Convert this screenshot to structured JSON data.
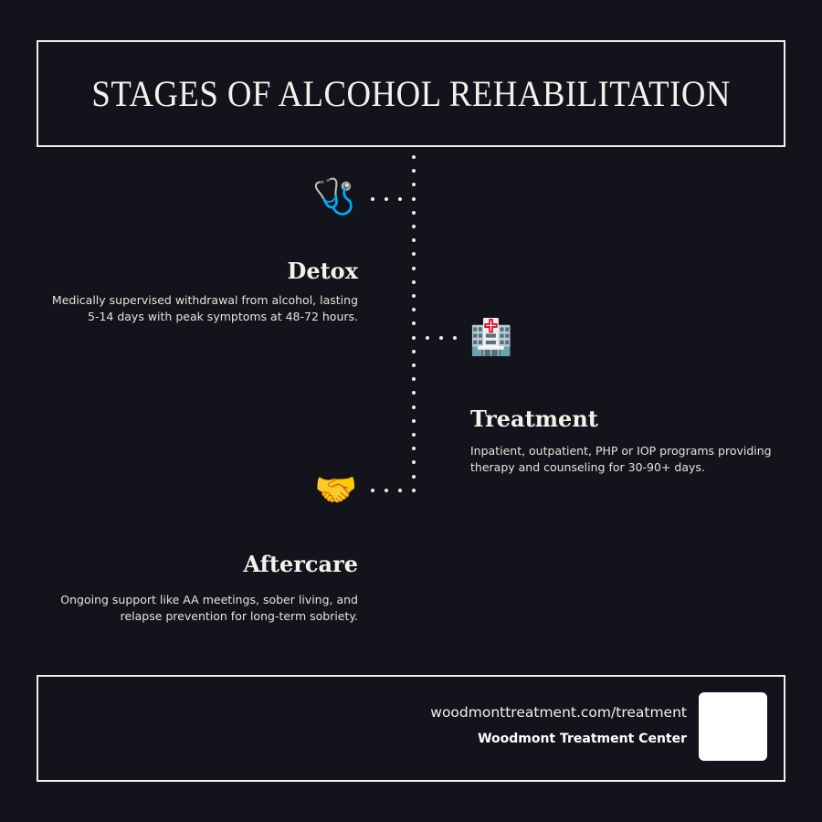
{
  "header": {
    "title": "STAGES OF ALCOHOL REHABILITATION"
  },
  "stages": [
    {
      "icon": "stethoscope-icon",
      "glyph": "🩺",
      "title": "Detox",
      "description": "Medically supervised withdrawal from alcohol, lasting 5-14 days with peak symptoms at 48-72 hours."
    },
    {
      "icon": "hospital-icon",
      "glyph": "🏥",
      "title": "Treatment",
      "description": "Inpatient, outpatient, PHP or IOP programs providing therapy and counseling for 30-90+ days."
    },
    {
      "icon": "handshake-icon",
      "glyph": "🤝",
      "title": "Aftercare",
      "description": "Ongoing support like AA meetings, sober living, and relapse prevention for long-term sobriety."
    }
  ],
  "footer": {
    "url": "woodmonttreatment.com/treatment",
    "name": "Woodmont Treatment Center"
  },
  "colors": {
    "background": "#13141b",
    "foreground": "#f2efe8"
  }
}
